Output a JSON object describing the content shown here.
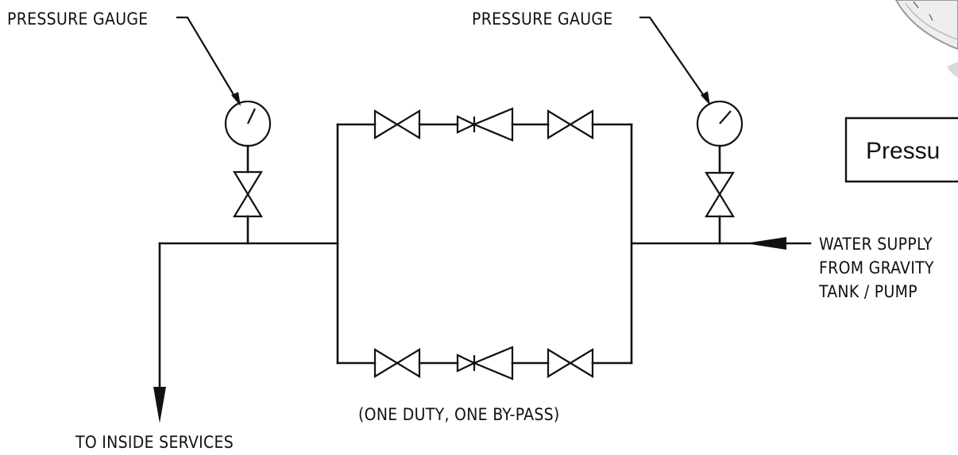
{
  "labels": {
    "gauge_left": "PRESSURE GAUGE",
    "gauge_right": "PRESSURE GAUGE",
    "supply_line1": "WATER SUPPLY",
    "supply_line2": "FROM GRAVITY",
    "supply_line3": "TANK / PUMP",
    "outlet": "TO INSIDE SERVICES",
    "valve_note": "(ONE DUTY, ONE BY-PASS)",
    "partial_box": "Pressu"
  },
  "icons": {
    "gauge": "pressure-gauge-icon",
    "gate_valve": "gate-valve-icon",
    "prv": "pressure-reducing-valve-icon",
    "flow_arrow": "arrow-icon"
  },
  "colors": {
    "ink": "#111111",
    "background": "#ffffff"
  }
}
